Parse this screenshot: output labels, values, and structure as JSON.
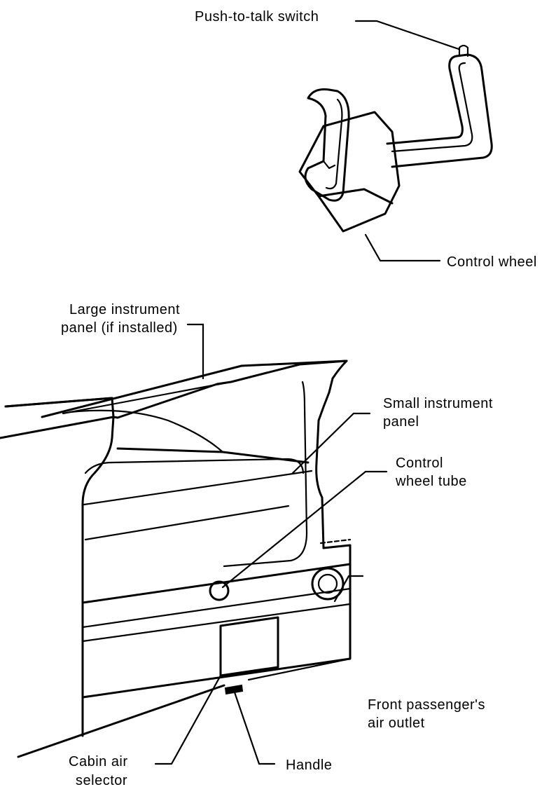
{
  "labels": {
    "push_to_talk": "Push-to-talk switch",
    "control_wheel": "Control wheel",
    "large_panel_1": "Large instrument",
    "large_panel_2": "panel (if installed)",
    "small_panel_1": "Small instrument",
    "small_panel_2": "panel",
    "wheel_tube_1": "Control",
    "wheel_tube_2": "wheel tube",
    "air_outlet_1": "Front passenger's",
    "air_outlet_2": "air outlet",
    "selector_1": "Cabin air",
    "selector_2": "selector",
    "handle": "Handle"
  }
}
